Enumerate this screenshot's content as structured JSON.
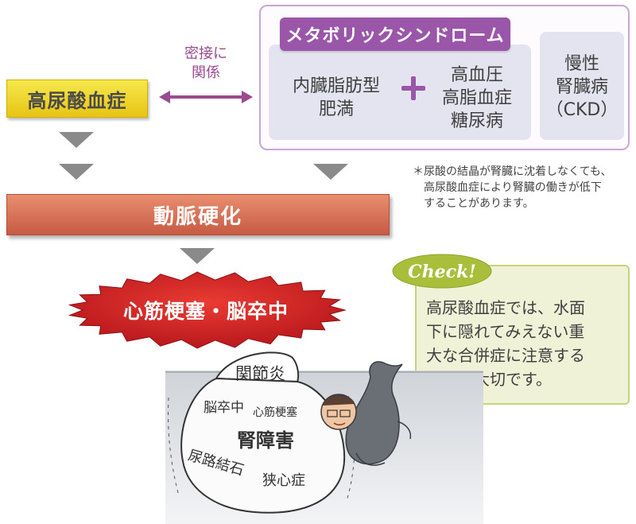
{
  "metabolic": {
    "title": "メタボリックシンドローム",
    "obesity_line1": "内臓脂肪型",
    "obesity_line2": "肥満",
    "condition1": "高血圧",
    "condition2": "高脂血症",
    "condition3": "糖尿病",
    "ckd_line1": "慢性",
    "ckd_line2": "腎臓病",
    "ckd_line3": "（CKD）"
  },
  "relation": {
    "line1": "密接に",
    "line2": "関係"
  },
  "hyperuricemia": "高尿酸血症",
  "arteriosclerosis": "動脈硬化",
  "infarction": "心筋梗塞・脳卒中",
  "note": {
    "line1": "＊尿酸の結晶が腎臓に沈着しなくても、",
    "line2": "高尿酸血症により腎臓の働きが低下",
    "line3": "することがあります。"
  },
  "check": {
    "tag": "Check!",
    "line1": "高尿酸血症では、水面",
    "line2": "下に隠れてみえない重",
    "line3": "大な合併症に注意する",
    "line4": "ことが大切です。"
  },
  "iceberg": {
    "tip": "関節炎",
    "stroke": "脳卒中",
    "infarction": "心筋梗塞",
    "kidney": "腎障害",
    "stone": "尿路結石",
    "angina": "狭心症"
  },
  "colors": {
    "metabolic_purple": "#9a56a8",
    "hyper_yellow": "#e7c414",
    "arterio_red": "#c65a43",
    "infarction_red": "#d7201f",
    "check_green": "#a9bf3c"
  }
}
